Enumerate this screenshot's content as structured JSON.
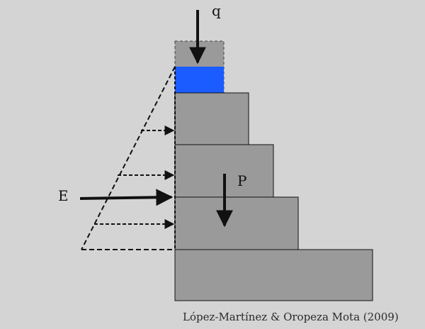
{
  "diagram": {
    "labels": {
      "surcharge": "q",
      "earth_thrust": "E",
      "weight": "P"
    },
    "credit": "López-Martínez & Oropeza Mota (2009)",
    "colors": {
      "background": "#d4d4d4",
      "wall_fill": "#9a9a9a",
      "highlight_fill": "#1a5cff",
      "stroke": "#111111"
    }
  }
}
